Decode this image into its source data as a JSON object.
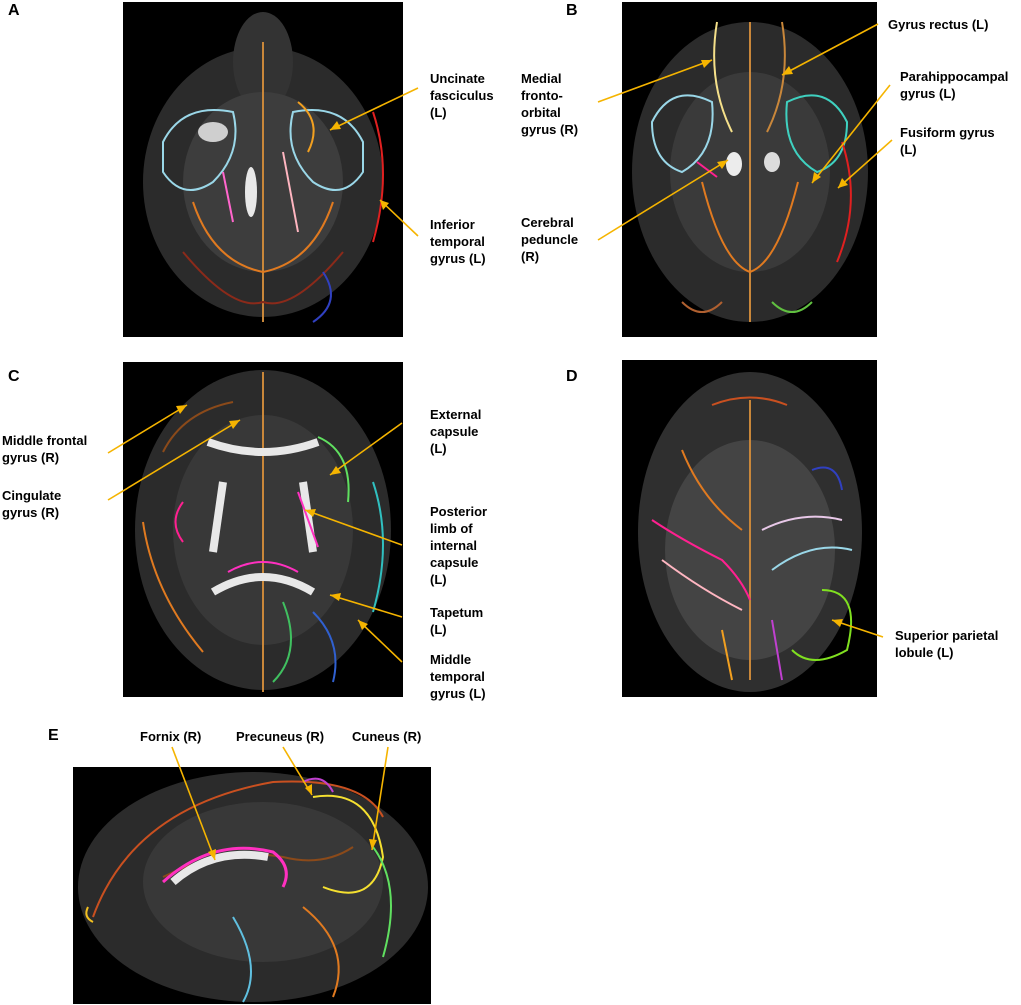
{
  "panels": {
    "A": {
      "letter": "A",
      "labels": {
        "uncinate": "Uncinate\nfasciculus\n(L)",
        "inferior_temporal": "Inferior\ntemporal\ngyrus (L)"
      }
    },
    "B": {
      "letter": "B",
      "labels": {
        "medial_fronto_orbital": "Medial\nfronto-\norbital\ngyrus (R)",
        "cerebral_peduncle": "Cerebral\npeduncle\n(R)",
        "gyrus_rectus": "Gyrus rectus (L)",
        "parahippocampal": "Parahippocampal\ngyrus (L)",
        "fusiform": "Fusiform gyrus\n(L)"
      }
    },
    "C": {
      "letter": "C",
      "labels": {
        "middle_frontal": "Middle frontal\ngyrus (R)",
        "cingulate": "Cingulate\ngyrus (R)",
        "external_capsule": "External\ncapsule\n(L)",
        "posterior_limb": "Posterior\nlimb of\ninternal\ncapsule\n(L)",
        "tapetum": "Tapetum\n(L)",
        "middle_temporal": "Middle\ntemporal\ngyrus (L)"
      }
    },
    "D": {
      "letter": "D",
      "labels": {
        "superior_parietal": "Superior parietal\nlobule (L)"
      }
    },
    "E": {
      "letter": "E",
      "labels": {
        "fornix": "Fornix (R)",
        "precuneus": "Precuneus (R)",
        "cuneus": "Cuneus (R)"
      }
    }
  },
  "colors": {
    "leader": "#f5b400",
    "background": "#000000",
    "white_matter": "#e8e8e8"
  }
}
